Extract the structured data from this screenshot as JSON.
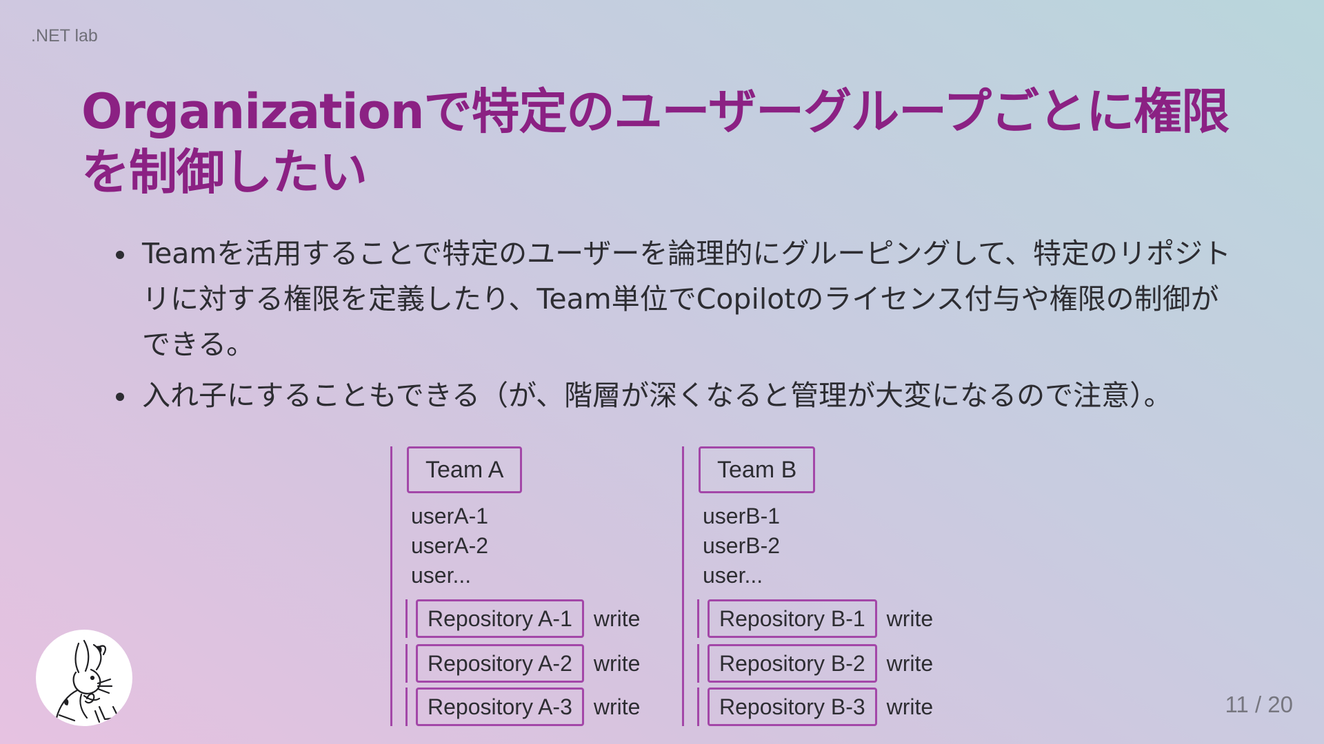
{
  "header": {
    "label": ".NET lab"
  },
  "title": {
    "line1": "Organizationで特定のユーザーグループごとに権限",
    "line2": "を制御したい"
  },
  "bullets": [
    "Teamを活用することで特定のユーザーを論理的にグルーピングして、特定のリポジトリに対する権限を定義したり、Team単位でCopilotのライセンス付与や権限の制御ができる。",
    "入れ子にすることもできる（が、階層が深くなると管理が大変になるので注意）。"
  ],
  "diagram": {
    "teams": [
      {
        "name": "Team A",
        "users": [
          "userA-1",
          "userA-2",
          "user..."
        ],
        "repositories": [
          {
            "name": "Repository A-1",
            "permission": "write"
          },
          {
            "name": "Repository A-2",
            "permission": "write"
          },
          {
            "name": "Repository A-3",
            "permission": "write"
          }
        ]
      },
      {
        "name": "Team B",
        "users": [
          "userB-1",
          "userB-2",
          "user..."
        ],
        "repositories": [
          {
            "name": "Repository B-1",
            "permission": "write"
          },
          {
            "name": "Repository B-2",
            "permission": "write"
          },
          {
            "name": "Repository B-3",
            "permission": "write"
          }
        ]
      }
    ]
  },
  "avatar": {
    "icon": "rabbit-sketch-icon"
  },
  "footer": {
    "page": "11 / 20"
  },
  "colors": {
    "title": "#8b2183",
    "accent_border": "#a347a8",
    "text": "#2d2d32",
    "muted": "#6f6f78"
  }
}
